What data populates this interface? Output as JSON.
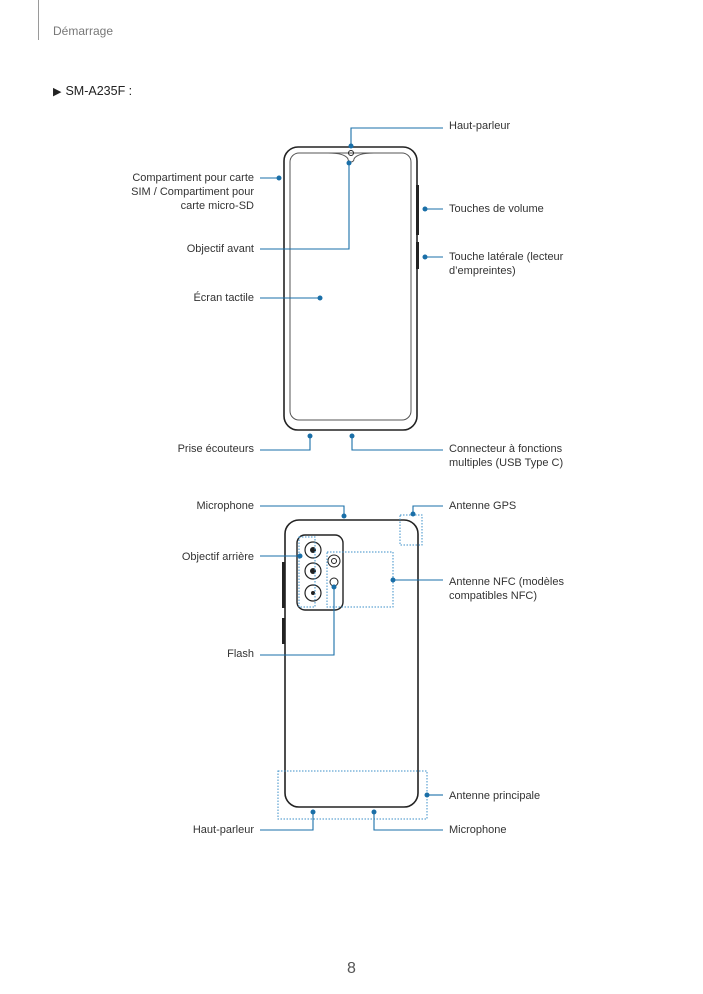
{
  "header": {
    "section": "Démarrage"
  },
  "model_heading": {
    "marker": "▶",
    "text": "SM-A235F :"
  },
  "front": {
    "speaker": "Haut-parleur",
    "sim_tray": "Compartiment pour carte\nSIM / Compartiment pour\ncarte micro-SD",
    "volume_keys": "Touches de volume",
    "front_camera": "Objectif avant",
    "side_key": "Touche latérale (lecteur\nd’empreintes)",
    "touchscreen": "Écran tactile",
    "earphone_jack": "Prise écouteurs",
    "usb_connector": "Connecteur à fonctions\nmultiples (USB Type C)"
  },
  "back": {
    "microphone_top": "Microphone",
    "gps_antenna": "Antenne GPS",
    "rear_camera": "Objectif arrière",
    "nfc_antenna": "Antenne NFC (modèles\ncompatibles NFC)",
    "flash": "Flash",
    "main_antenna": "Antenne principale",
    "speaker": "Haut-parleur",
    "microphone_bottom": "Microphone"
  },
  "page": {
    "number": "8"
  },
  "colors": {
    "callout": "#1a6fa8",
    "device": "#222222",
    "antenna": "#3b8fc8"
  }
}
